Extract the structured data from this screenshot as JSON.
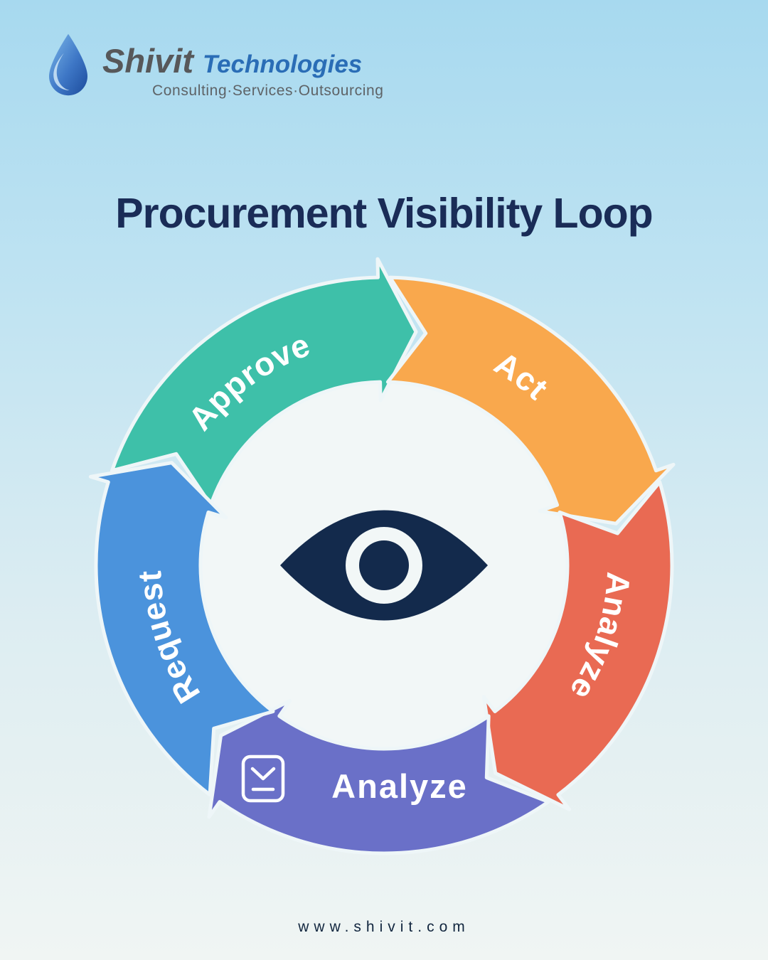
{
  "header": {
    "brand": "Shivit",
    "brand_suffix": "Technologies",
    "tagline": "Consulting·Services·Outsourcing"
  },
  "title": "Procurement Visibility Loop",
  "diagram": {
    "center_icon": "eye-icon",
    "segments": [
      {
        "id": "approve",
        "label": "Approve",
        "color": "#3EC0A9"
      },
      {
        "id": "act",
        "label": "Act",
        "color": "#F9A84D"
      },
      {
        "id": "analyze_right",
        "label": "Analyze",
        "color": "#E96A53"
      },
      {
        "id": "analyze_bottom",
        "label": "Analyze",
        "color": "#6A70C8",
        "icon": "checklist-icon"
      },
      {
        "id": "request",
        "label": "Request",
        "color": "#4B93DC"
      }
    ],
    "colors": {
      "eye": "#132A4C",
      "ring_gap": "#EEF6F8",
      "inner_disc": "#F2F7F7"
    }
  },
  "footer": {
    "website": "www.shivit.com"
  }
}
